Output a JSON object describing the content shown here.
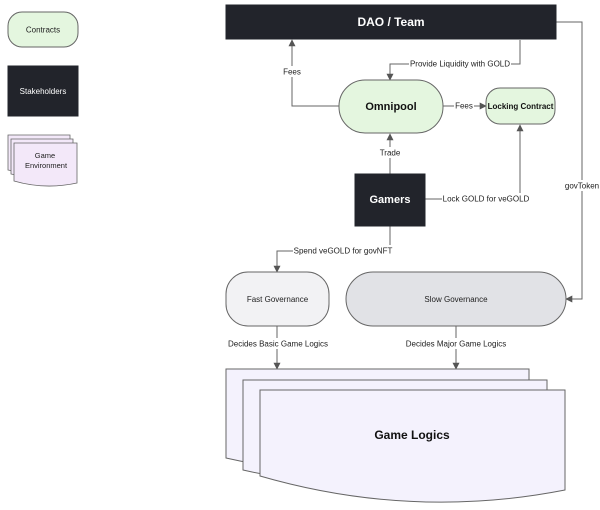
{
  "legend": {
    "contracts": "Contracts",
    "stakeholders": "Stakeholders",
    "game_environment": "Game Environment"
  },
  "nodes": {
    "dao_team": "DAO / Team",
    "omnipool": "Omnipool",
    "locking_contract": "Locking Contract",
    "gamers": "Gamers",
    "fast_governance": "Fast Governance",
    "slow_governance": "Slow Governance",
    "game_logics": "Game Logics"
  },
  "edges": {
    "fees_left": "Fees",
    "provide_liquidity": "Provide Liquidity with GOLD",
    "fees_right": "Fees",
    "trade": "Trade",
    "lock_gold": "Lock GOLD for veGOLD",
    "gov_token": "govToken",
    "spend_vegold": "Spend veGOLD for govNFT",
    "decides_basic": "Decides Basic Game Logics",
    "decides_major": "Decides Major Game Logics"
  },
  "colors": {
    "contract_fill": "#e4f6df",
    "stakeholder_fill": "#22242b",
    "environment_fill": "#f3e8f9",
    "game_logics_fill": "#f4f2fd",
    "fast_gov_fill": "#f2f2f4",
    "slow_gov_fill": "#e1e2e6",
    "line": "#666666"
  }
}
